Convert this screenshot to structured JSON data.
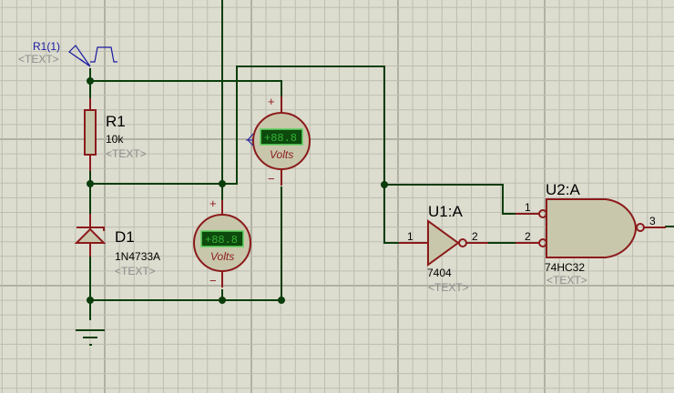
{
  "schematic": {
    "colors": {
      "background": "#dcdccf",
      "grid_minor": "#bdbdb0",
      "grid_major": "#b0b0a3",
      "wire": "#0b3d0b",
      "component": "#8b1a1a",
      "component_fill": "#c8c7ac",
      "generator": "#1a1aa0",
      "lcd_bg": "#0d4a0d",
      "lcd_text": "#36b336"
    },
    "generator": {
      "label": "R1(1)",
      "text": "<TEXT>"
    },
    "r1": {
      "ref": "R1",
      "value": "10k",
      "text": "<TEXT>"
    },
    "d1": {
      "ref": "D1",
      "value": "1N4733A",
      "text": "<TEXT>"
    },
    "voltmeter_top": {
      "reading": "+88.8",
      "unit": "Volts",
      "plus": "+",
      "minus": "−"
    },
    "voltmeter_bottom": {
      "reading": "+88.8",
      "unit": "Volts",
      "plus": "+",
      "minus": "−"
    },
    "u1": {
      "ref": "U1:A",
      "part": "7404",
      "text": "<TEXT>",
      "pin_in": "1",
      "pin_out": "2"
    },
    "u2": {
      "ref": "U2:A",
      "part": "74HC32",
      "text": "<TEXT>",
      "pin_a": "1",
      "pin_b": "2",
      "pin_out": "3"
    }
  }
}
